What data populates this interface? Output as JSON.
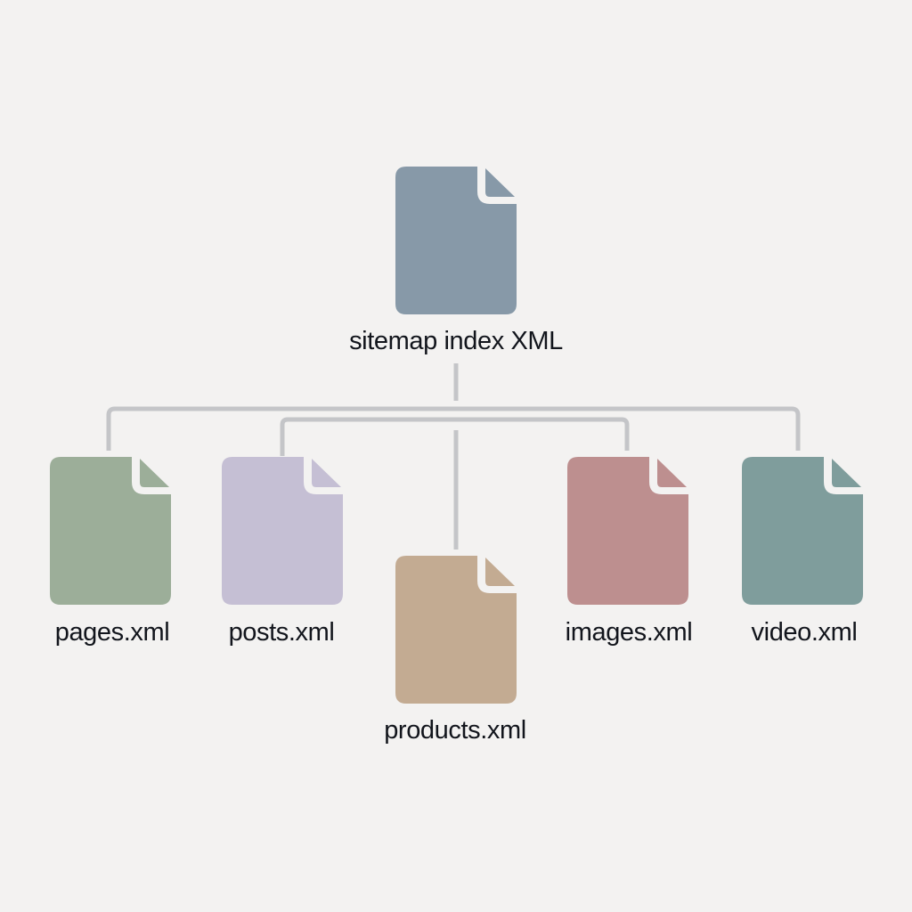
{
  "diagram": {
    "type": "tree",
    "background": "#f3f2f1",
    "connector_color": "#c4c5c8",
    "root": {
      "label": "sitemap index XML",
      "icon": "file-icon",
      "color": "#8799a8"
    },
    "children": [
      {
        "label": "pages.xml",
        "icon": "file-icon",
        "color": "#9cae99"
      },
      {
        "label": "posts.xml",
        "icon": "file-icon",
        "color": "#c5bfd4"
      },
      {
        "label": "products.xml",
        "icon": "file-icon",
        "color": "#c3ab92"
      },
      {
        "label": "images.xml",
        "icon": "file-icon",
        "color": "#bd8f8f"
      },
      {
        "label": "video.xml",
        "icon": "file-icon",
        "color": "#7f9d9c"
      }
    ]
  }
}
